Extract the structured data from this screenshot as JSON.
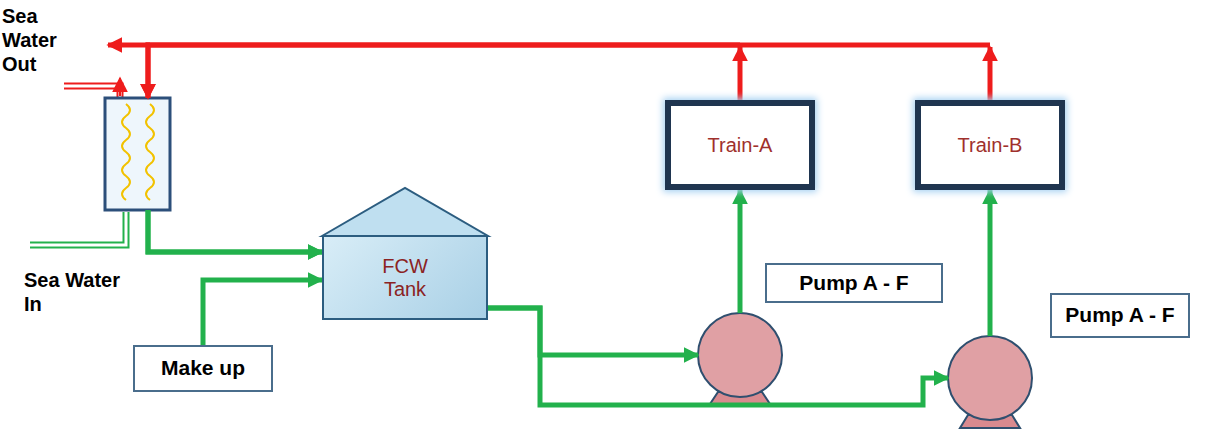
{
  "diagram": {
    "nodes": [
      {
        "text": [
          "Train-A"
        ]
      },
      {
        "text": [
          "Train-B"
        ]
      },
      {
        "text": [
          "FCW Tank"
        ]
      },
      {
        "text": [
          "Pump A - F"
        ]
      },
      {
        "text": [
          "Pump A - F"
        ]
      },
      {
        "text": [
          "Make up"
        ]
      }
    ],
    "edges": [
      {
        "from": 5,
        "to": 2,
        "arrow": "to"
      },
      {
        "from": 2,
        "to": 0,
        "arrow": "to"
      },
      {
        "from": 2,
        "to": 1,
        "arrow": "to"
      },
      {
        "from": 0,
        "to": 2,
        "arrow": "to"
      },
      {
        "from": 1,
        "to": 2,
        "arrow": "to"
      }
    ],
    "labels": [
      "Sea Water Out",
      "Sea Water In"
    ]
  }
}
